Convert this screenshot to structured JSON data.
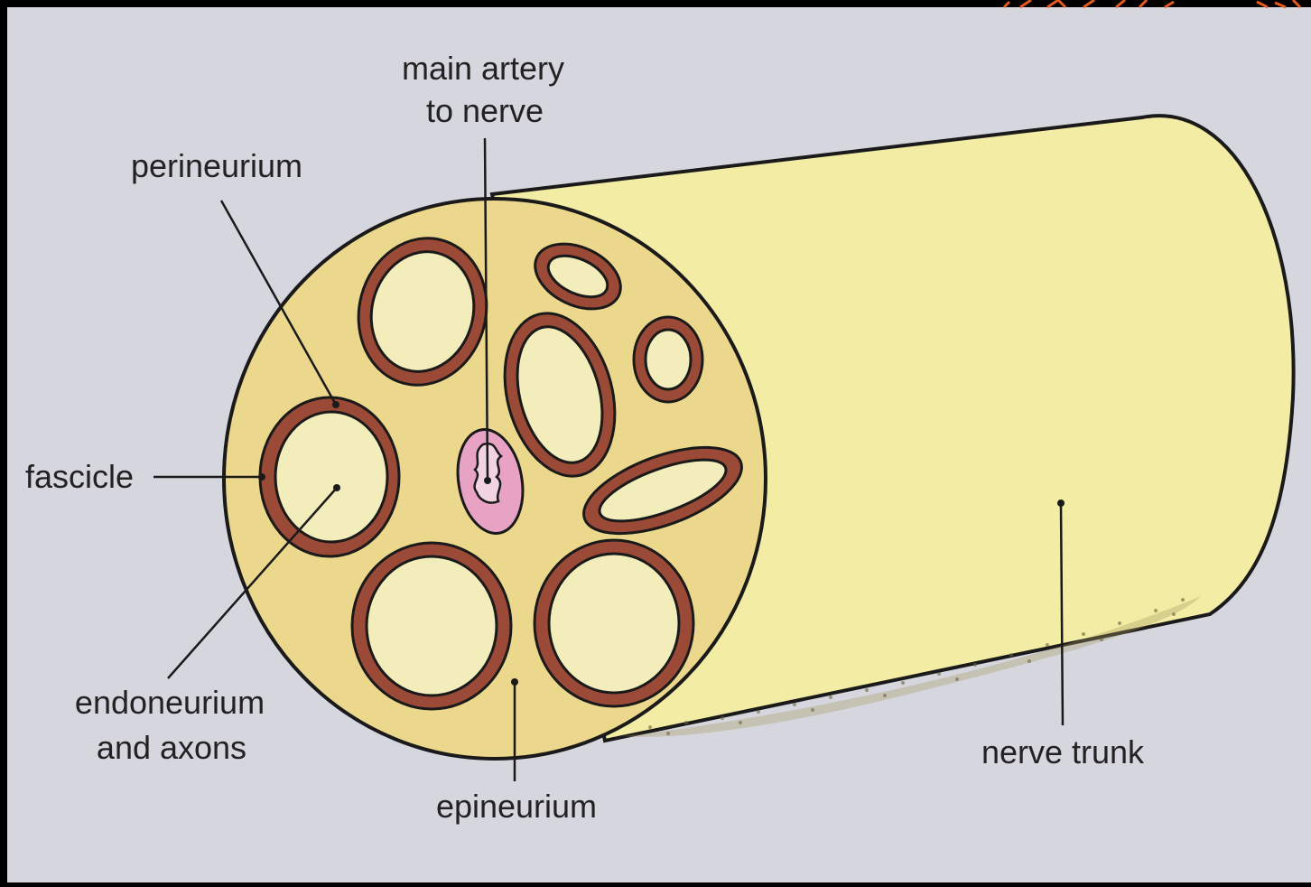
{
  "colors": {
    "frame": "#000000",
    "background": "#d6d6df",
    "trunk_fill": "#f3eca4",
    "cross_section_fill": "#ecd88c",
    "perineurium": "#9a4a36",
    "endoneurium": "#f3edbb",
    "artery": "#e8a3c4",
    "outline": "#1a1a1a"
  },
  "labels": {
    "main_artery_line1": "main artery",
    "main_artery_line2": "to nerve",
    "perineurium": "perineurium",
    "fascicle": "fascicle",
    "endoneurium_line1": "endoneurium",
    "endoneurium_line2": "and axons",
    "epineurium": "epineurium",
    "nerve_trunk": "nerve trunk"
  }
}
